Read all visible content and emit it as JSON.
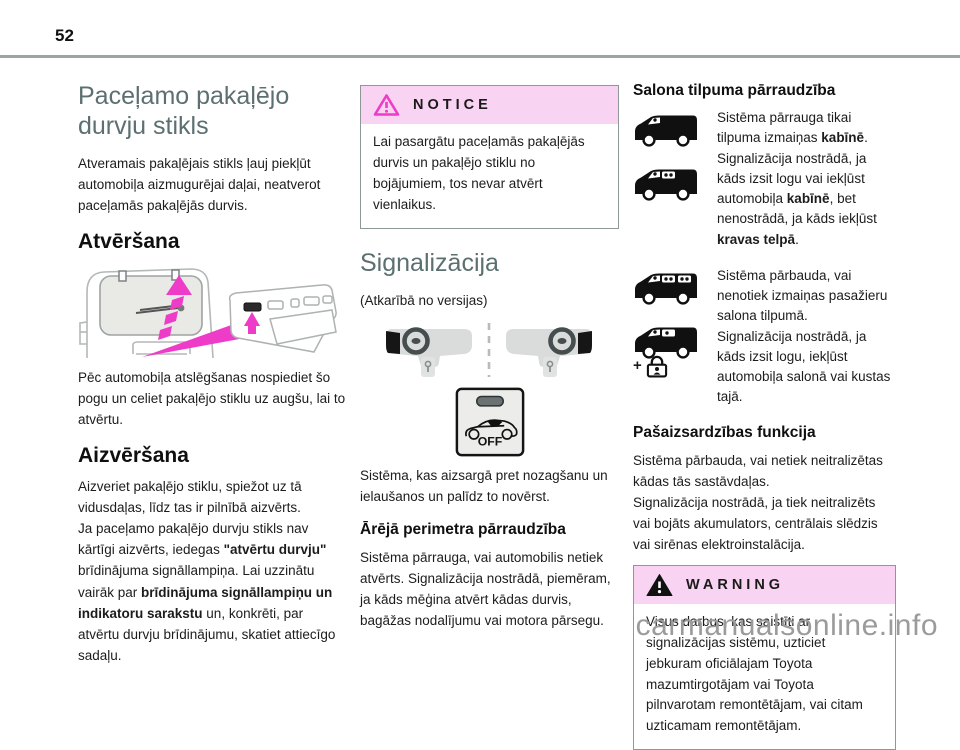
{
  "page": {
    "number": "52",
    "watermark": "carmanualsonline.info"
  },
  "colors": {
    "heading_teal": "#5c6f71",
    "accent_magenta": "#ee3cc8",
    "alert_pink": "#f9d3f2",
    "rule_gray": "#9aa5a4"
  },
  "icons": {
    "notice": "notice-warning-triangle-icon",
    "warning": "warning-triangle-icon",
    "figures": [
      "rear-window-open-illustration",
      "dashboard-versions-illustration",
      "alarm-off-button-illustration",
      "van-cargo-icon",
      "van-windows-icon",
      "van-passengers-icon",
      "van-motion-icon",
      "plus-lock-person-icon"
    ]
  },
  "col1": {
    "title": "Paceļamo pakaļējo durvju stikls",
    "intro": "Atveramais pakaļējais stikls ļauj piekļūt automobiļa aizmugurējai daļai, neatverot paceļamās pakaļējās durvis.",
    "open": {
      "heading": "Atvēršana",
      "caption": "Pēc automobiļa atslēgšanas nospiediet šo pogu un celiet pakaļējo stiklu uz augšu, lai to atvērtu."
    },
    "close": {
      "heading": "Aizvēršana",
      "body_rich": [
        {
          "t": "Aizveriet pakaļējo stiklu, spiežot uz tā vidusdaļas, līdz tas ir pilnībā aizvērts."
        },
        {
          "br": true
        },
        {
          "t": "Ja paceļamo pakaļējo durvju stikls nav kārtīgi aizvērts, iedegas "
        },
        {
          "t": "\"atvērtu durvju\"",
          "b": true
        },
        {
          "t": " brīdinājuma signāllampiņa. Lai uzzinātu vairāk par "
        },
        {
          "t": "brīdinājuma signāllampiņu un indikatoru sarakstu",
          "b": true
        },
        {
          "t": " un, konkrēti, par atvērtu durvju brīdinājumu, skatiet attiecīgo sadaļu."
        }
      ]
    }
  },
  "col2": {
    "notice": {
      "label": "NOTICE",
      "text": "Lai pasargātu paceļamās pakaļējās durvis un pakaļējo stiklu no bojājumiem, tos nevar atvērt vienlaikus."
    },
    "alarm": {
      "title": "Signalizācija",
      "subtitle": "(Atkarībā no versijas)",
      "button_label": "OFF",
      "desc": "Sistēma, kas aizsargā pret nozagšanu un ielaušanos un palīdz to novērst.",
      "perimeter": {
        "heading": "Ārējā perimetra pārraudzība",
        "text": "Sistēma pārrauga, vai automobilis netiek atvērts. Signalizācija nostrādā, piemēram, ja kāds mēģina atvērt kādas durvis, bagāžas nodalījumu vai motora pārsegu."
      }
    }
  },
  "col3": {
    "interior": {
      "heading": "Salona tilpuma pārraudzība",
      "group1_rich": [
        {
          "t": "Sistēma pārrauga tikai tilpuma izmaiņas "
        },
        {
          "t": "kabīnē",
          "b": true
        },
        {
          "t": "."
        },
        {
          "br": true
        },
        {
          "t": " Signalizācija nostrādā, ja kāds izsit logu vai iekļūst automobiļa "
        },
        {
          "t": "kabīnē",
          "b": true
        },
        {
          "t": ", bet nenostrādā, ja kāds iekļūst "
        },
        {
          "t": "kravas telpā",
          "b": true
        },
        {
          "t": "."
        }
      ],
      "group2_rich": [
        {
          "t": "Sistēma pārbauda, vai nenotiek izmaiņas pasažieru salona tilpumā."
        },
        {
          "br": true
        },
        {
          "t": "Signalizācija nostrādā, ja kāds izsit logu, iekļūst automobiļa salonā vai kustas tajā."
        }
      ],
      "plus_sign": "+"
    },
    "self_protect": {
      "heading": "Pašaizsardzības funkcija",
      "body_rich": [
        {
          "t": "Sistēma pārbauda, vai netiek neitralizētas kādas tās sastāvdaļas."
        },
        {
          "br": true
        },
        {
          "t": "Signalizācija nostrādā, ja tiek neitralizēts vai bojāts akumulators, centrālais slēdzis vai sirēnas elektroinstalācija."
        }
      ]
    },
    "warning": {
      "label": "WARNING",
      "text": "Visus darbus, kas saistīti ar signalizācijas sistēmu, uzticiet jebkuram oficiālajam Toyota mazumtirgotājam vai Toyota pilnvarotam remontētājam, vai citam uzticamam remontētājam."
    }
  }
}
